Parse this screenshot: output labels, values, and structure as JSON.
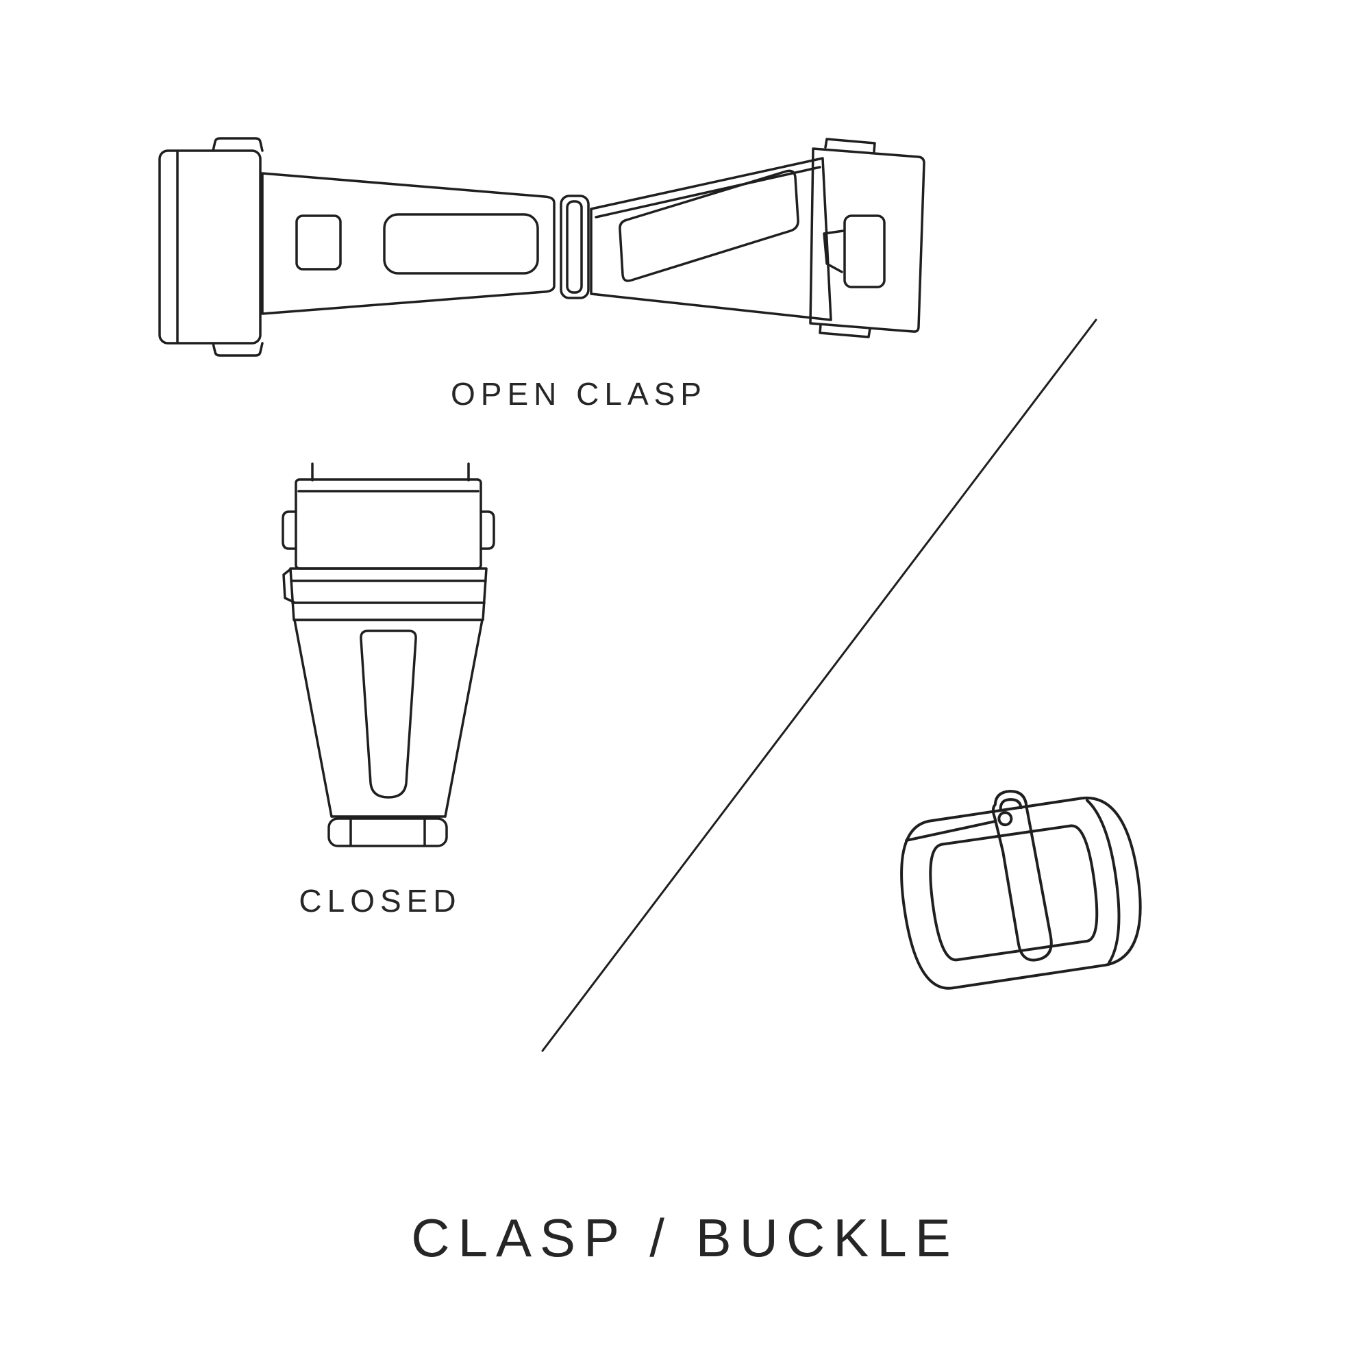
{
  "diagram": {
    "title": "CLASP / BUCKLE",
    "labels": {
      "open_clasp": "OPEN CLASP",
      "closed": "CLOSED"
    },
    "colors": {
      "background": "#ffffff",
      "line": "#1f1f1f",
      "text": "#262626"
    },
    "icons": {
      "open_clasp": "open-clasp-illustration",
      "closed_clasp": "closed-clasp-illustration",
      "buckle": "tang-buckle-illustration",
      "divider": "diagonal-divider-line"
    }
  }
}
